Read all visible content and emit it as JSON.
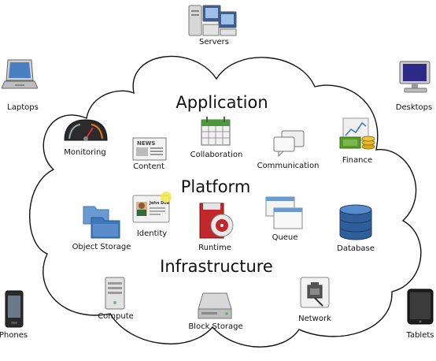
{
  "layers": {
    "application": "Application",
    "platform": "Platform",
    "infrastructure": "Infrastructure"
  },
  "devices": {
    "servers": "Servers",
    "laptops": "Laptops",
    "desktops": "Desktops",
    "phones": "Phones",
    "tablets": "Tablets"
  },
  "application_items": {
    "monitoring": "Monitoring",
    "content": "Content",
    "collaboration": "Collaboration",
    "communication": "Communication",
    "finance": "Finance"
  },
  "platform_items": {
    "identity": "Identity",
    "object_storage": "Object Storage",
    "runtime": "Runtime",
    "queue": "Queue",
    "database": "Database"
  },
  "infrastructure_items": {
    "compute": "Compute",
    "block_storage": "Block Storage",
    "network": "Network"
  },
  "icon_texts": {
    "news": "NEWS",
    "badge_name": "John Doe"
  },
  "colors": {
    "cloud_stroke": "#111111",
    "gauge_dial": "#2b2b2b",
    "storage_blue": "#3f78b8",
    "finance_green": "#5a9a2a",
    "runtime_red": "#c0282b"
  }
}
